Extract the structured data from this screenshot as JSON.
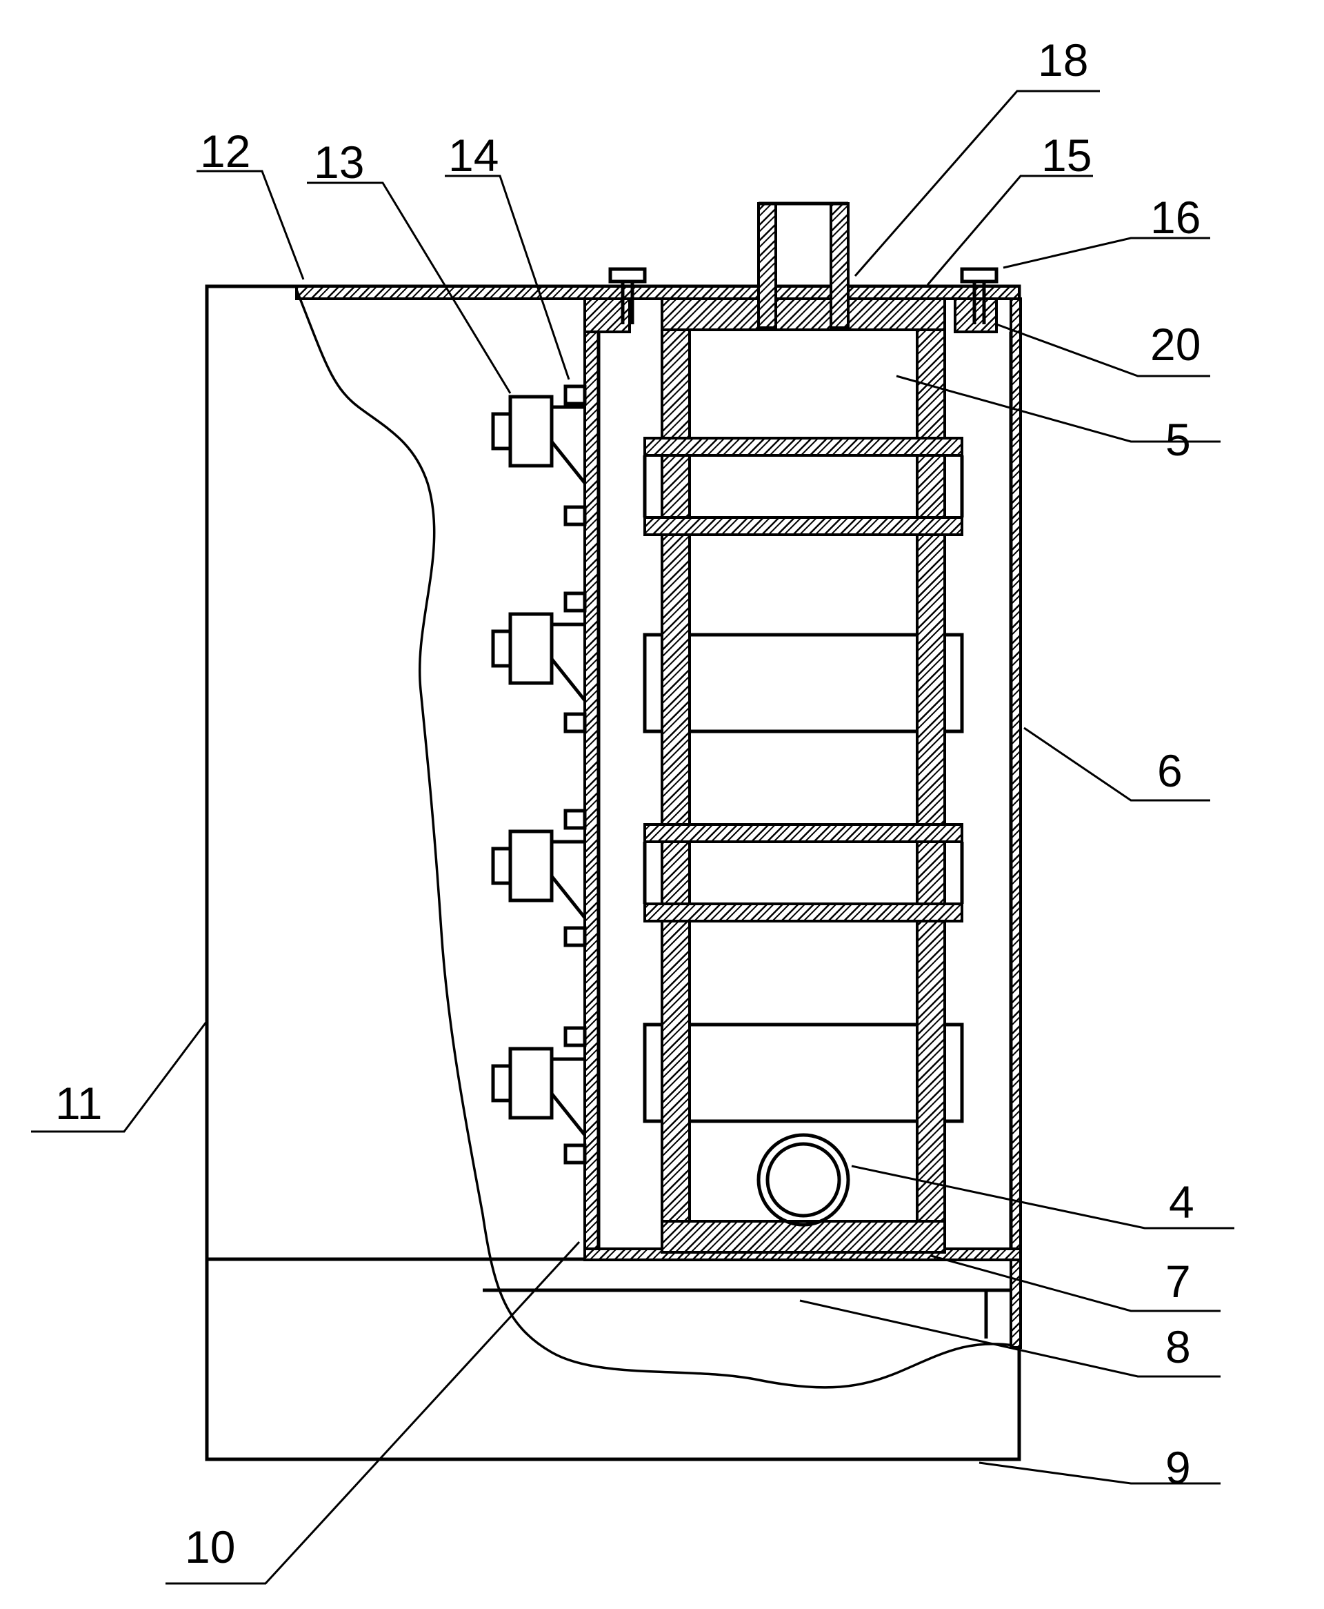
{
  "labels": {
    "l18": "18",
    "l12": "12",
    "l13": "13",
    "l14": "14",
    "l15": "15",
    "l16": "16",
    "l20": "20",
    "l5": "5",
    "l6": "6",
    "l11": "11",
    "l4": "4",
    "l7": "7",
    "l8": "8",
    "l9": "9",
    "l10": "10"
  },
  "colors": {
    "line": "#000000",
    "background": "#ffffff"
  }
}
